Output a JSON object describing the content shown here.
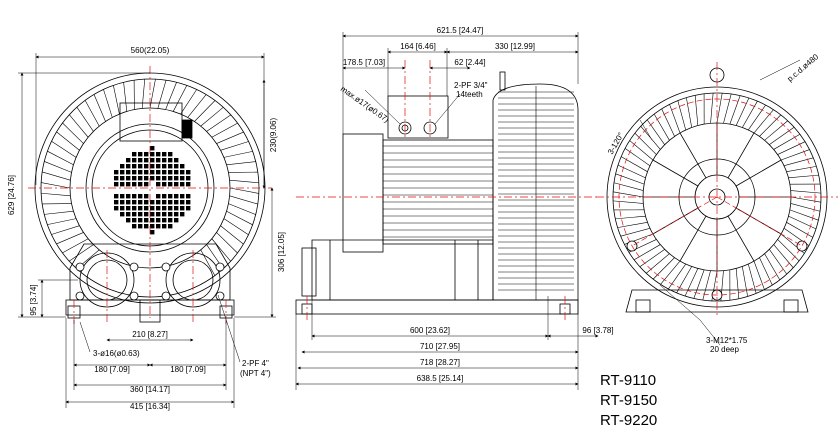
{
  "front_view": {
    "dims": {
      "width_top": "560(22.05)",
      "height_total": "629 [24.76]",
      "upper_height": "230(9.06)",
      "lower_height": "306 [12.05]",
      "foot_height": "95 [3.74]",
      "port_spacing": "210 [8.27]",
      "bolt_holes": "3-ø16(ø0.63)",
      "bolt_left": "180 [7.09]",
      "bolt_right": "180 [7.09]",
      "base_inner": "360 [14.17]",
      "base_outer": "415 [16.34]",
      "pipe_line1": "2-PF 4\"",
      "pipe_line2": "(NPT 4\")"
    }
  },
  "side_view": {
    "dims": {
      "overall_top": "621.5 [24.47]",
      "offset_1": "164 [6.46]",
      "offset_2": "330 [12.99]",
      "offset_3": "178.5 [7.03]",
      "offset_4": "62 [2.44]",
      "conduit": "max.ø17(ø0.67)",
      "conduit_pf_1": "2-PF 3/4\"",
      "conduit_pf_2": "14teeth",
      "len_600": "600 [23.62]",
      "len_96": "96 [3.78]",
      "len_710": "710 [27.95]",
      "len_718": "718 [28.27]",
      "len_638": "638.5 [25.14]"
    }
  },
  "back_view": {
    "dims": {
      "pcd": "p.c.d.ø480",
      "angle": "3-120°",
      "thread_1": "3-M12*1.75",
      "thread_2": "20 deep"
    }
  },
  "models": [
    "RT-9110",
    "RT-9150",
    "RT-9220"
  ]
}
